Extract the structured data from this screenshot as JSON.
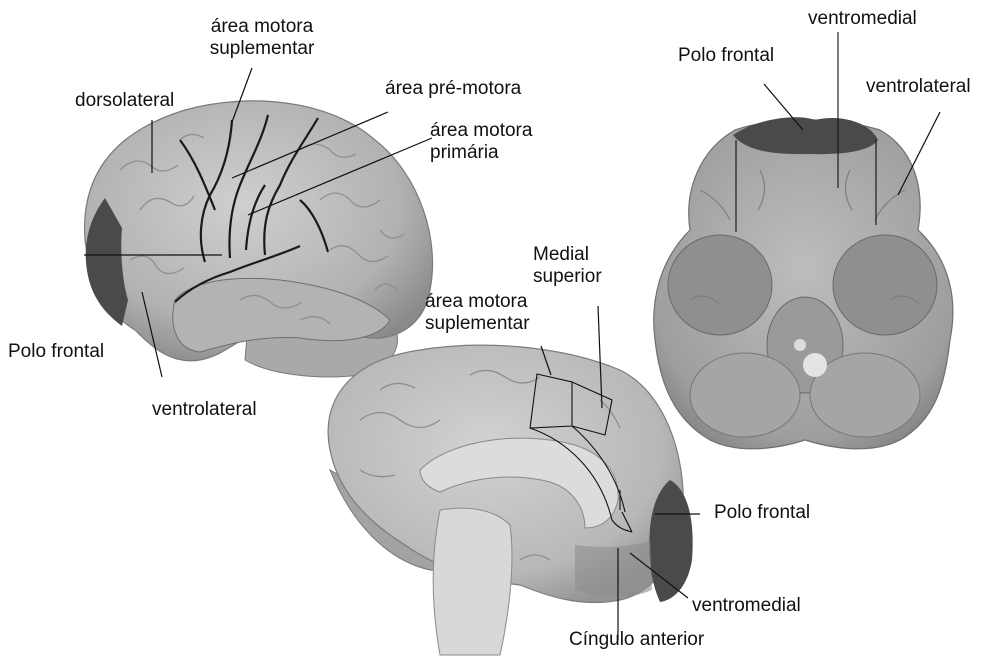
{
  "labels": {
    "lateral": {
      "area_motora_suplementar": "área motora suplementar",
      "dorsolateral": "dorsolateral",
      "area_pre_motora": "área pré-motora",
      "area_motora_primaria": "área motora primária",
      "polo_frontal": "Polo frontal",
      "ventrolateral": "ventrolateral"
    },
    "ventral": {
      "ventromedial": "ventromedial",
      "polo_frontal": "Polo frontal",
      "ventrolateral": "ventrolateral"
    },
    "medial": {
      "medial_superior": "Medial superior",
      "area_motora_suplementar": "área motora suplementar",
      "polo_frontal": "Polo frontal",
      "ventromedial": "ventromedial",
      "cingulo_anterior": "Cíngulo anterior"
    }
  },
  "colors": {
    "brain_fill": "#b9b9b9",
    "brain_dark": "#8c8c8c",
    "region_dark": "#4a4a4a",
    "line": "#111111",
    "sulcus": "#1a1a1a"
  }
}
